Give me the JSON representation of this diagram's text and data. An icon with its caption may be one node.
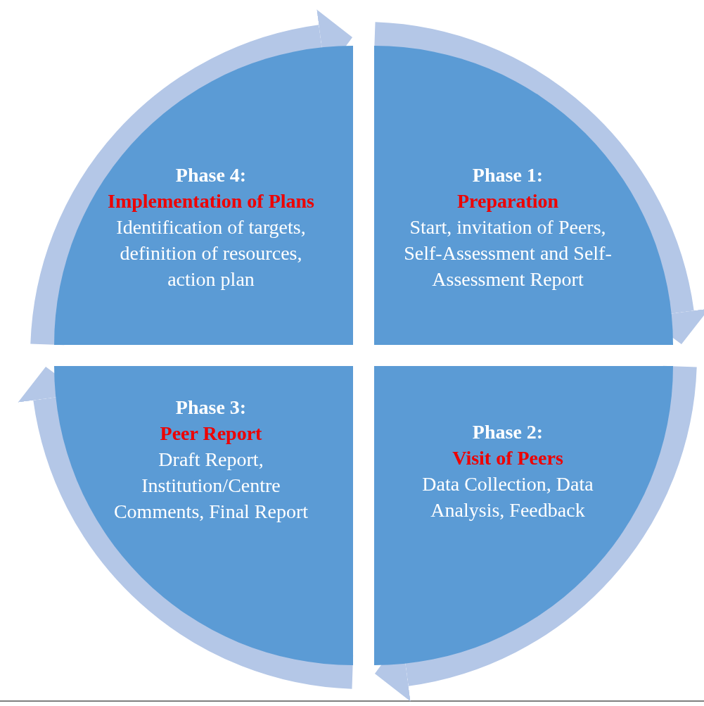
{
  "diagram": {
    "nodes": [
      {
        "text": [
          "Phase 1:",
          "Preparation",
          "Start, invitation of Peers, Self-Assessment and Self-Assessment Report"
        ]
      },
      {
        "text": [
          "Phase 2:",
          "Visit of Peers",
          "Data Collection, Data Analysis, Feedback"
        ]
      },
      {
        "text": [
          "Phase 3:",
          "Peer Report",
          "Draft Report, Institution/Centre Comments, Final Report"
        ]
      },
      {
        "text": [
          "Phase 4:",
          "Implementation of Plans",
          "Identification of targets, definition of resources, action plan"
        ]
      }
    ],
    "edges": [
      {
        "from": 0,
        "to": 1,
        "arrow": "to"
      },
      {
        "from": 1,
        "to": 2,
        "arrow": "to"
      },
      {
        "from": 2,
        "to": 3,
        "arrow": "to"
      },
      {
        "from": 3,
        "to": 0,
        "arrow": "to"
      }
    ]
  }
}
